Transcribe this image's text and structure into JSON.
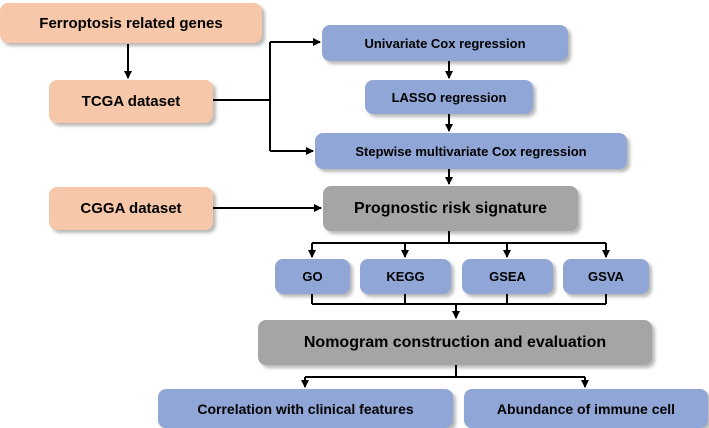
{
  "colors": {
    "peach": "#f6c7a8",
    "blue": "#8fa6d6",
    "gray": "#a5a5a5",
    "arrow": "#000000"
  },
  "boxes": {
    "ferroptosis": "Ferroptosis related genes",
    "tcga": "TCGA dataset",
    "cgga": "CGGA dataset",
    "univariate": "Univariate Cox regression",
    "lasso": "LASSO regression",
    "stepwise": "Stepwise multivariate Cox regression",
    "prognostic": "Prognostic risk signature",
    "go": "GO",
    "kegg": "KEGG",
    "gsea": "GSEA",
    "gsva": "GSVA",
    "nomogram": "Nomogram construction and evaluation",
    "correlation": "Correlation with clinical features",
    "abundance": "Abundance of immune cell"
  }
}
